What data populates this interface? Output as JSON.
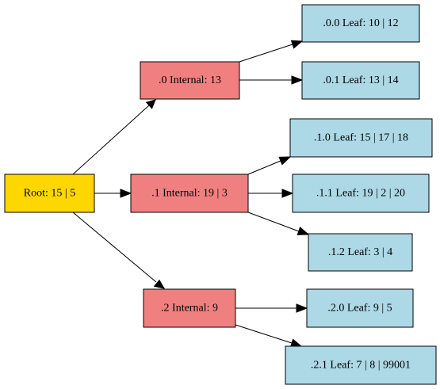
{
  "colors": {
    "root": "#ffd700",
    "internal": "#f08080",
    "leaf": "#add8e6",
    "stroke": "#000000"
  },
  "nodes": {
    "root": {
      "label": "Root: 15 | 5"
    },
    "internal_0": {
      "label": ".0 Internal: 13"
    },
    "internal_1": {
      "label": ".1 Internal: 19 | 3"
    },
    "internal_2": {
      "label": ".2 Internal: 9"
    },
    "leaf_0_0": {
      "label": ".0.0 Leaf: 10 | 12"
    },
    "leaf_0_1": {
      "label": ".0.1 Leaf: 13 | 14"
    },
    "leaf_1_0": {
      "label": ".1.0 Leaf: 15 | 17 | 18"
    },
    "leaf_1_1": {
      "label": ".1.1 Leaf: 19 | 2 | 20"
    },
    "leaf_1_2": {
      "label": ".1.2 Leaf: 3 | 4"
    },
    "leaf_2_0": {
      "label": ".2.0 Leaf: 9 | 5"
    },
    "leaf_2_1": {
      "label": ".2.1 Leaf: 7 | 8 | 99001"
    }
  }
}
